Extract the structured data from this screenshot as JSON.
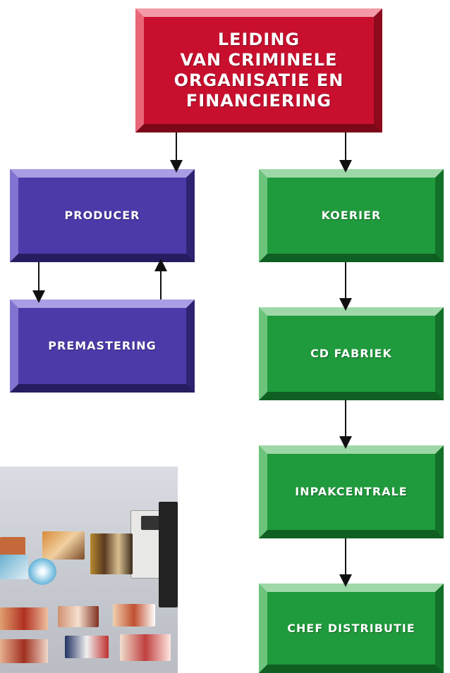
{
  "diagram": {
    "top": {
      "label": "LEIDING\nVAN CRIMINELE\nORGANISATIE EN\nFINANCIERING"
    },
    "left_branch": [
      {
        "label": "PRODUCER"
      },
      {
        "label": "PREMASTERING"
      }
    ],
    "right_branch": [
      {
        "label": "KOERIER"
      },
      {
        "label": "CD FABRIEK"
      },
      {
        "label": "INPAKCENTRALE"
      },
      {
        "label": "CHEF DISTRIBUTIE"
      }
    ]
  },
  "colors": {
    "top": "#c8102e",
    "left": "#4b3aa8",
    "right": "#1f9a3c"
  }
}
